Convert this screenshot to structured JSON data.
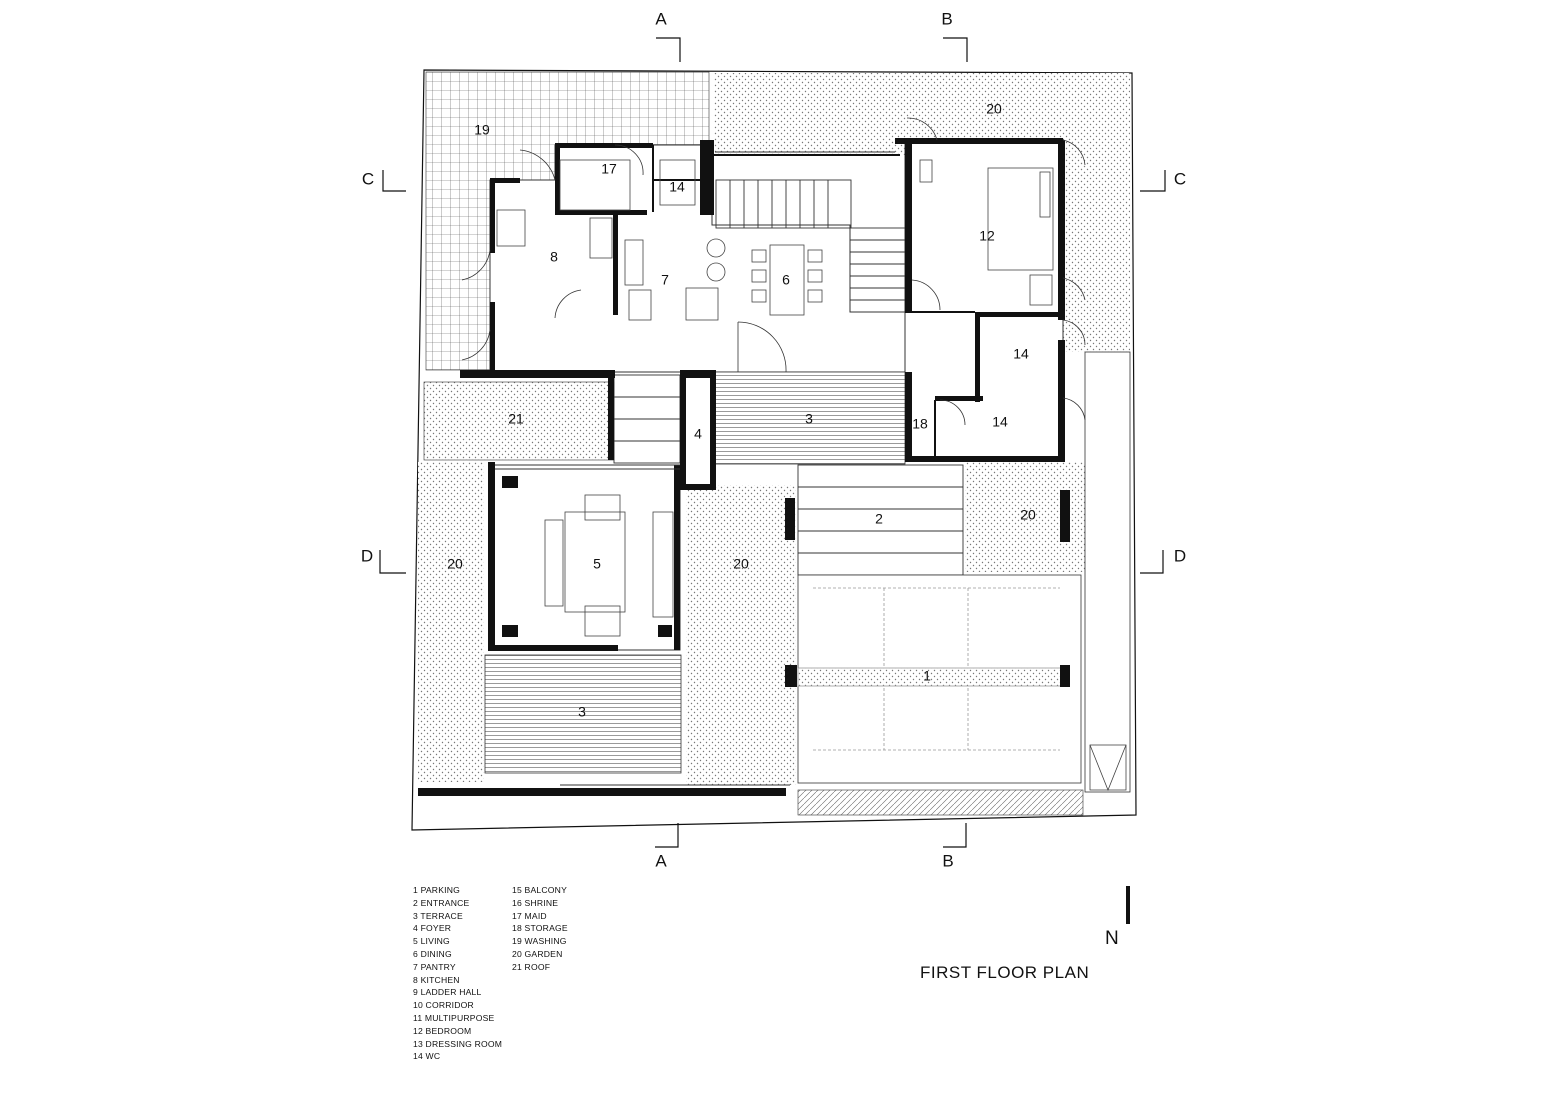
{
  "title": "FIRST FLOOR PLAN",
  "north_label": "N",
  "section_markers": {
    "A": "A",
    "B": "B",
    "C": "C",
    "D": "D"
  },
  "room_labels": {
    "r19": "19",
    "r20_top": "20",
    "r17": "17",
    "r14_maid": "14",
    "r8": "8",
    "r7": "7",
    "r6": "6",
    "r12": "12",
    "r14_bed": "14",
    "r21": "21",
    "r4": "4",
    "r3_top": "3",
    "r18": "18",
    "r14_lower": "14",
    "r2": "2",
    "r20_right": "20",
    "r20_left": "20",
    "r5": "5",
    "r20_mid": "20",
    "r1": "1",
    "r3_bottom": "3"
  },
  "legend": {
    "col1": [
      "1 PARKING",
      "2 ENTRANCE",
      "3 TERRACE",
      "4 FOYER",
      "5 LIVING",
      "6 DINING",
      "7 PANTRY",
      "8 KITCHEN",
      "9 LADDER HALL",
      "10 CORRIDOR",
      "11 MULTIPURPOSE",
      "12 BEDROOM",
      "13 DRESSING ROOM",
      "14 WC"
    ],
    "col2": [
      "15 BALCONY",
      "16 SHRINE",
      "17 MAID",
      "18 STORAGE",
      "19 WASHING",
      "20 GARDEN",
      "21 ROOF"
    ]
  },
  "colors": {
    "ink": "#111111",
    "paper": "#ffffff"
  }
}
